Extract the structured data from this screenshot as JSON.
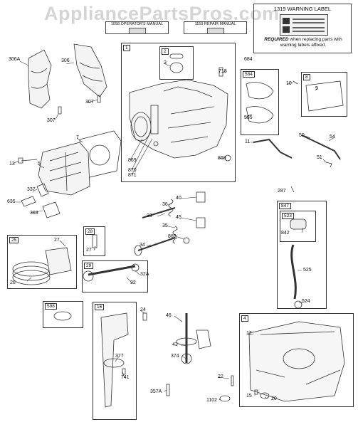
{
  "watermark": "AppliancePartsPros.com",
  "manuals": [
    {
      "label": "1058 OPERATOR'S MANUAL"
    },
    {
      "label": "1159 REPAIR MANUAL"
    }
  ],
  "warning": {
    "title": "1319 WARNING LABEL",
    "required_bold": "REQUIRED",
    "required_rest": " when replacing parts with warning labels affixed."
  },
  "assemblies": [
    {
      "id": "box-1",
      "tag": "1"
    },
    {
      "id": "box-2",
      "tag": "2"
    },
    {
      "id": "box-584",
      "tag": "584"
    },
    {
      "id": "box-8",
      "tag": "8"
    },
    {
      "id": "box-847",
      "tag": "847"
    },
    {
      "id": "box-523",
      "tag": "523"
    },
    {
      "id": "box-25",
      "tag": "25"
    },
    {
      "id": "box-28",
      "tag": "28"
    },
    {
      "id": "box-29",
      "tag": "29"
    },
    {
      "id": "box-598",
      "tag": "598"
    },
    {
      "id": "box-16",
      "tag": "16"
    },
    {
      "id": "box-4",
      "tag": "4"
    }
  ],
  "callouts": [
    "306A",
    "306",
    "307",
    "307",
    "7",
    "13",
    "5",
    "337",
    "635",
    "363",
    "3",
    "718",
    "869",
    "870",
    "871",
    "868",
    "684",
    "585",
    "10",
    "9",
    "11",
    "50",
    "54",
    "51",
    "287",
    "842",
    "525",
    "524",
    "40",
    "36",
    "33",
    "45",
    "35",
    "868",
    "34",
    "27",
    "26",
    "27",
    "32A",
    "32",
    "24",
    "46",
    "43",
    "374",
    "377",
    "741",
    "357A",
    "12",
    "22",
    "1102",
    "15",
    "20"
  ]
}
